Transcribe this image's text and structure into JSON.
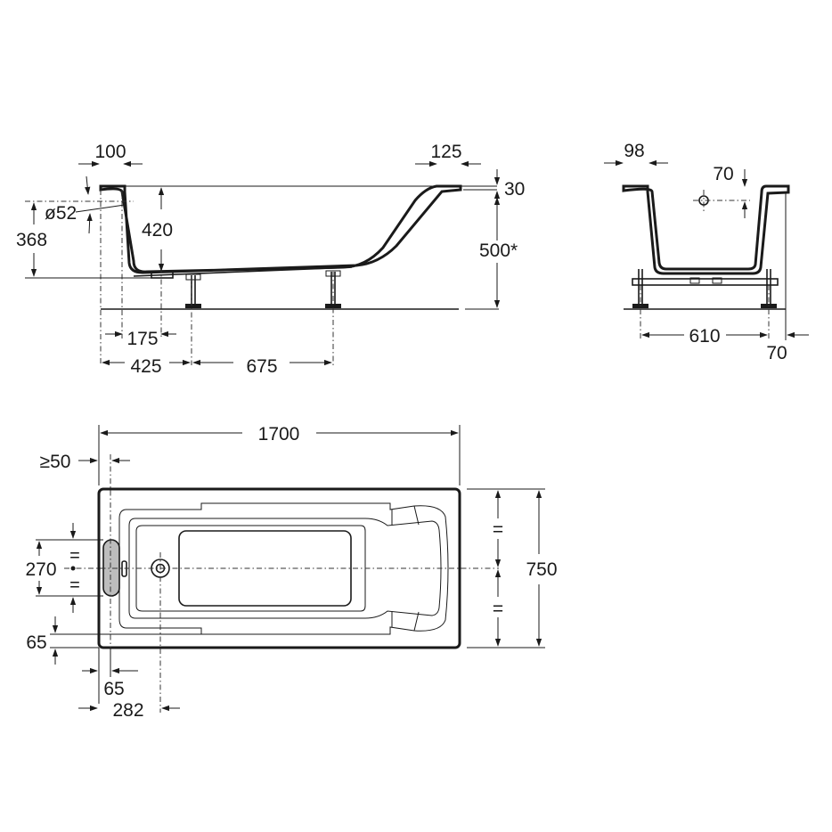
{
  "side_view": {
    "rim_left_width": "100",
    "rim_right_width": "125",
    "rim_thickness": "30",
    "overflow_diameter": "ø52",
    "overflow_height": "368",
    "inner_depth": "420",
    "total_height": "500*",
    "drain_offset": "175",
    "leg_offset_first": "425",
    "leg_spacing": "675"
  },
  "end_view": {
    "rim_width": "98",
    "overflow_offset": "70",
    "frame_width": "610",
    "frame_offset": "70"
  },
  "top_view": {
    "length": "1700",
    "wall_clearance": "≥50",
    "width": "750",
    "equal_mark": "=",
    "handle_zone": "270",
    "edge_offset_vertical": "65",
    "edge_offset_horizontal": "65",
    "drain_position": "282"
  },
  "colors": {
    "line": "#1a1a1a",
    "handle_fill": "#bdbdbd"
  }
}
